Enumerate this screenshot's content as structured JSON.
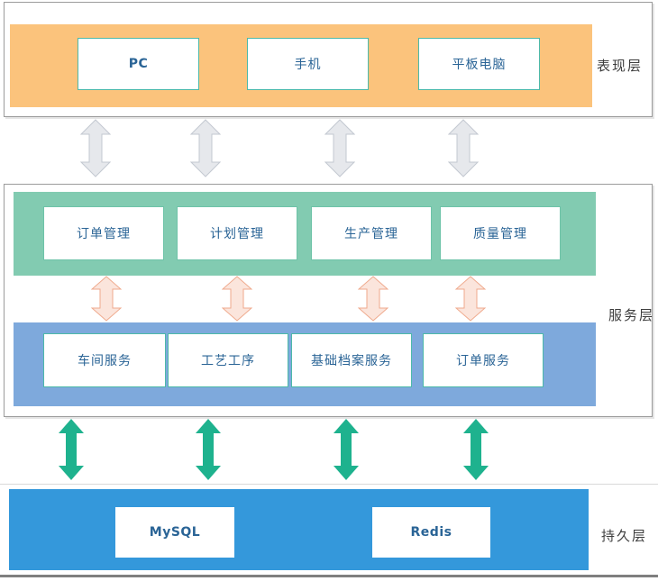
{
  "diagram": {
    "title": "three-tier-architecture",
    "presentation": {
      "layer_label": "表现层",
      "devices": [
        "PC",
        "手机",
        "平板电脑"
      ]
    },
    "service": {
      "layer_label": "服务层",
      "management": [
        "订单管理",
        "计划管理",
        "生产管理",
        "质量管理"
      ],
      "services": [
        "车间服务",
        "工艺工序",
        "基础档案服务",
        "订单服务"
      ]
    },
    "persistence": {
      "layer_label": "持久层",
      "stores": [
        "MySQL",
        "Redis"
      ]
    },
    "colors": {
      "presentation_band": "#fbc37c",
      "management_band": "#82cbb1",
      "services_band": "#7ea9dc",
      "persistence_band": "#3498db",
      "node_border_teal": "#4db9a9",
      "node_border_green": "#6ec3a8",
      "node_text": "#2a6496",
      "layer_label_text": "#3d3d3d",
      "arrow_gray_fill": "#e6e8ec",
      "arrow_gray_stroke": "#c3c8d1",
      "arrow_pink_fill": "#fbe5dc",
      "arrow_pink_stroke": "#efa98c",
      "arrow_teal_fill": "#1eb28e",
      "outer_box_border": "#9b9b9b",
      "bottom_rule": "#7f7f7f"
    }
  }
}
